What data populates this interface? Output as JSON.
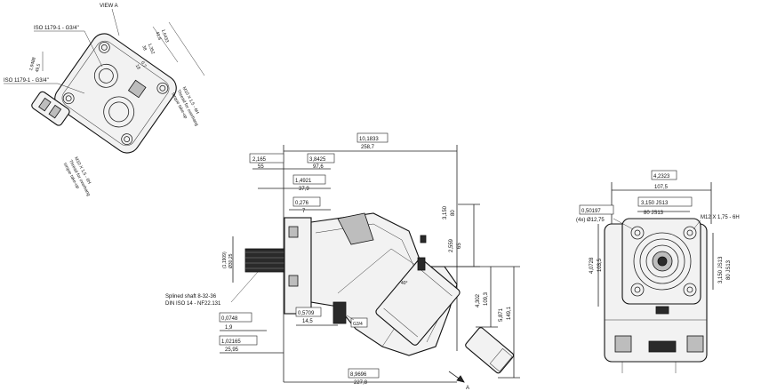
{
  "view_a": {
    "title": "VIEW A",
    "iso_top": "ISO 1179-1 - G3/4\"",
    "iso_left": "ISO 1179-1 - G3/4\"",
    "dim_1_9488": "1,9488",
    "dim_49_5": "49,5",
    "dim_1_6433": "1,6433",
    "dim_41_8": "41,8",
    "dim_1_352": "1,352",
    "dim_38": "38",
    "dim_0_7": "0,7",
    "dim_18": "18",
    "thread_right": [
      "M10 X 1,5 - 6H",
      "Thread for overhang",
      "torque take-up"
    ],
    "thread_left": [
      "M10 X 1,5 - 6H",
      "Thread for overhang",
      "torque take-up"
    ]
  },
  "side_view": {
    "overall_in": "10,1833",
    "overall_mm": "258,7",
    "d_2_165_in": "2,165",
    "d_2_165_mm": "55",
    "d_3_8425_in": "3,8425",
    "d_3_8425_mm": "97,6",
    "d_1_4921_in": "1,4921",
    "d_1_4921_mm": "37,9",
    "d_0_276_in": "0,276",
    "d_0_276_mm": "7",
    "d_2_559_in": "2,559",
    "d_2_559_mm": "65",
    "d_3_150_in": "3,150",
    "d_3_150_mm": "80",
    "d_4_302_in": "4,302",
    "d_4_302_mm": "109,3",
    "d_5_871_in": "5,871",
    "d_5_871_mm": "149,1",
    "d_0_5709_in": "0,5709",
    "d_0_5709_mm": "14,5",
    "d_0_0748_in": "0,0748",
    "d_0_0748_mm": "1,9",
    "d_1_02165_in": "1,02165",
    "d_1_02165_mm": "25,95",
    "d_8_9696_in": "8,9696",
    "d_8_9696_mm": "227,8",
    "spline_1": "Splined shaft 8-32-36",
    "spline_2": "DIN ISO 14 - NF22.131",
    "g34": "G3/4",
    "arrow_a": "A",
    "angle": "40°"
  },
  "front_view": {
    "d_4_2323_in": "4,2323",
    "d_4_2323_mm": "107,5",
    "d_3_150_in": "3,150 JS13",
    "d_3_150_mm": "80 JS13",
    "d_0_50197_in": "0,50197",
    "d_hole": "(4x) Ø12,75",
    "thread": "M12 X 1,75 - 6H",
    "d_4_0728_in": "4,0728",
    "d_4_0728_mm": "103,5",
    "side_in": "3,150 JS13",
    "side_mm": "80 JS13"
  }
}
